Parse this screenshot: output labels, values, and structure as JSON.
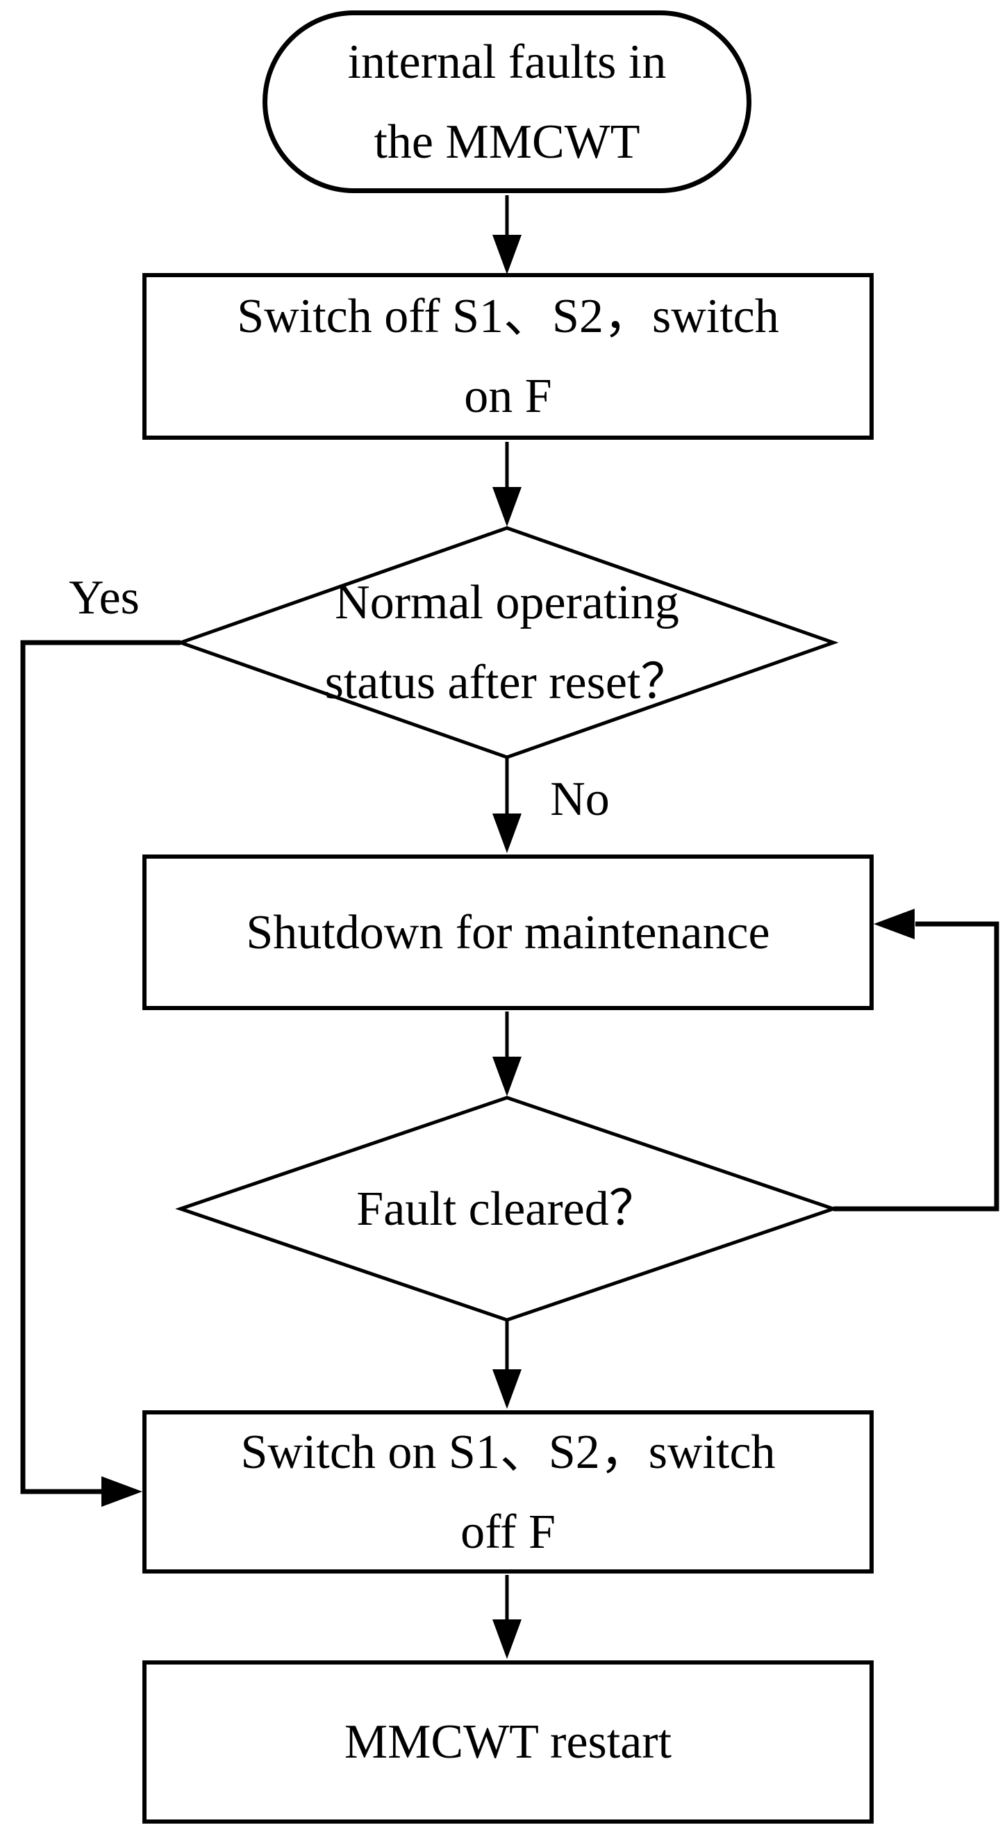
{
  "figure_type": "flowchart",
  "colors": {
    "stroke": "#000000",
    "fill": "#ffffff",
    "text": "#000000",
    "background": "#ffffff"
  },
  "nodes": {
    "start": {
      "type": "terminator",
      "line1": "internal faults in",
      "line2": "the MMCWT",
      "text": "internal faults in the MMCWT"
    },
    "process_switch_off": {
      "type": "process",
      "line1": "Switch off S1、S2，switch",
      "line2": "on F",
      "text": "Switch off S1、S2，switch on F"
    },
    "decision_normal_status": {
      "type": "decision",
      "line1": "Normal operating",
      "line2": "status after reset？",
      "text": "Normal operating status after reset？"
    },
    "process_shutdown": {
      "type": "process",
      "text": "Shutdown for maintenance"
    },
    "decision_fault_cleared": {
      "type": "decision",
      "text": "Fault cleared？"
    },
    "process_switch_on": {
      "type": "process",
      "line1": "Switch on S1、S2，switch",
      "line2": "off F",
      "text": "Switch on S1、S2，switch off F"
    },
    "process_restart": {
      "type": "process",
      "text": "MMCWT restart"
    }
  },
  "edge_labels": {
    "yes": "Yes",
    "no": "No"
  },
  "edges": [
    {
      "from": "start",
      "to": "process_switch_off",
      "label": ""
    },
    {
      "from": "process_switch_off",
      "to": "decision_normal_status",
      "label": ""
    },
    {
      "from": "decision_normal_status",
      "to": "process_shutdown",
      "label": "No"
    },
    {
      "from": "decision_normal_status",
      "to": "process_switch_on",
      "label": "Yes"
    },
    {
      "from": "process_shutdown",
      "to": "decision_fault_cleared",
      "label": ""
    },
    {
      "from": "decision_fault_cleared",
      "to": "process_shutdown",
      "label": ""
    },
    {
      "from": "decision_fault_cleared",
      "to": "process_switch_on",
      "label": ""
    },
    {
      "from": "process_switch_on",
      "to": "process_restart",
      "label": ""
    }
  ]
}
